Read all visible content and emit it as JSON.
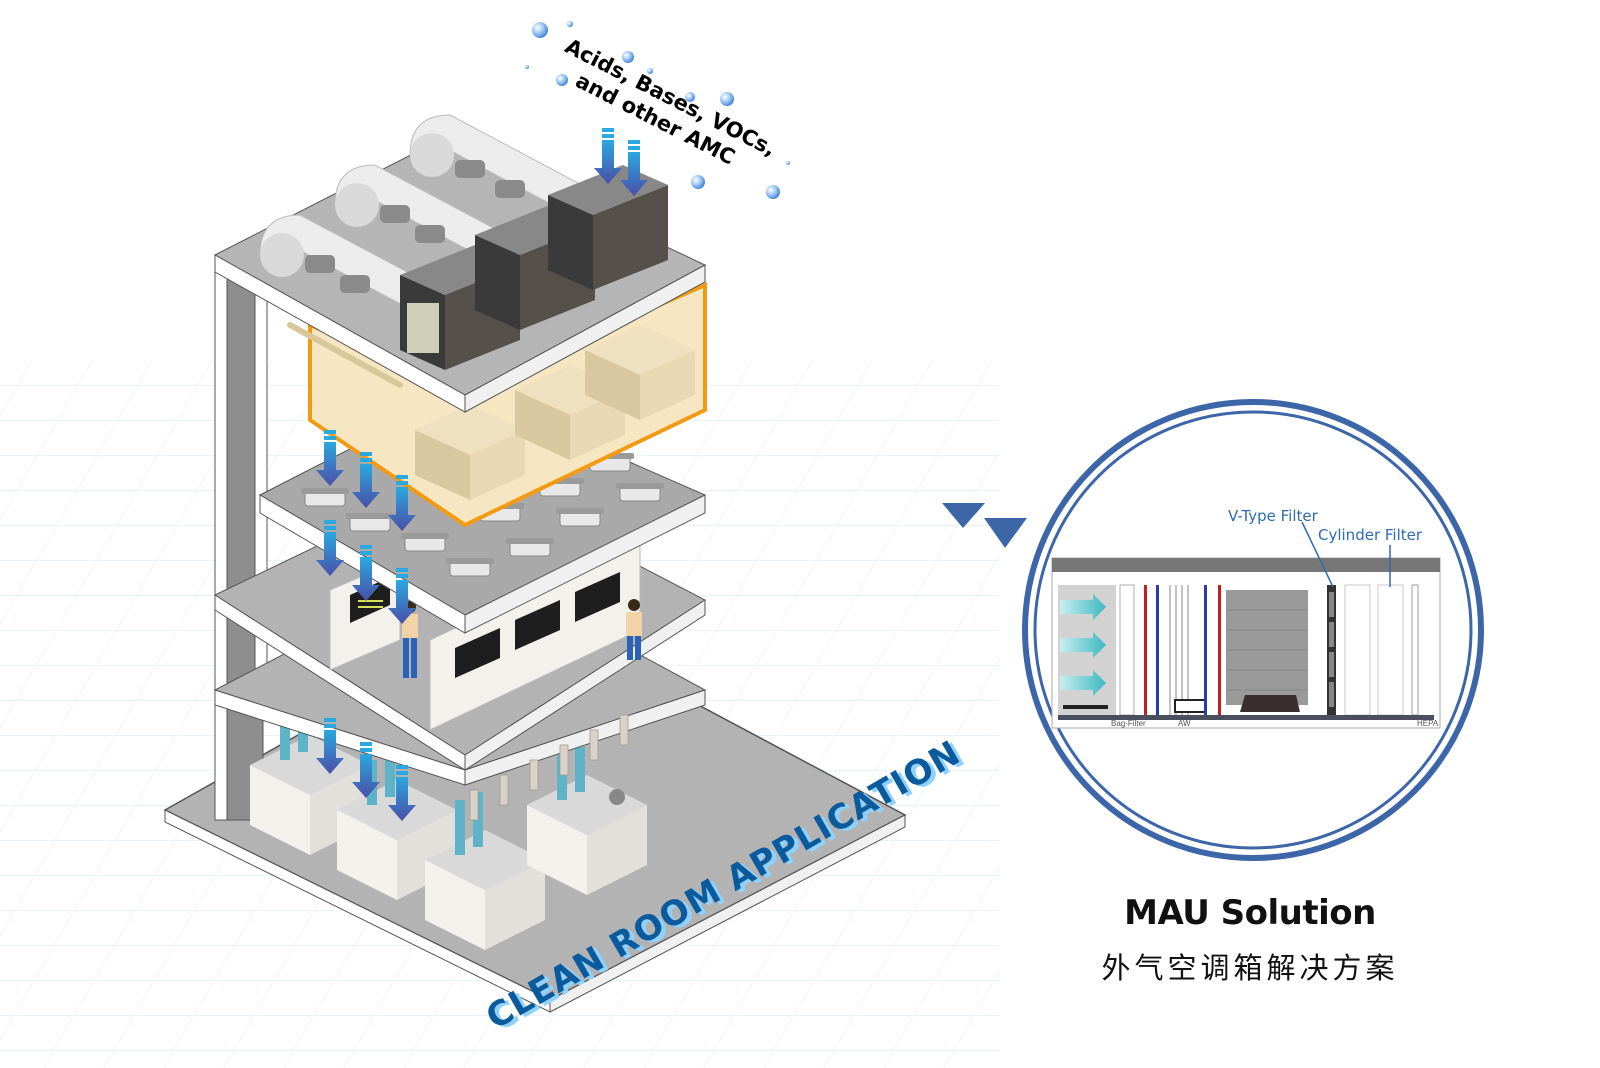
{
  "illustration": {
    "amc_label_line1": "Acids, Bases, VOCs,",
    "amc_label_line2": "and other AMC",
    "banner": "CLEAN ROOM APPLICATION"
  },
  "mau_detail": {
    "labels": {
      "v_type_filter": "V-Type Filter",
      "cylinder_filter": "Cylinder Filter",
      "bag_filter": "Bag-Filter",
      "aw": "AW",
      "hepa": "HEPA"
    }
  },
  "mau_caption": {
    "title": "MAU Solution",
    "subtitle": "外气空调箱解决方案"
  },
  "colors": {
    "accent_blue": "#3d66a8",
    "banner_blue": "#0b5a9c",
    "highlight_orange": "#f29a12",
    "arrow_gradient_top": "#2aa8e0",
    "arrow_gradient_bottom": "#4b4fa8"
  }
}
